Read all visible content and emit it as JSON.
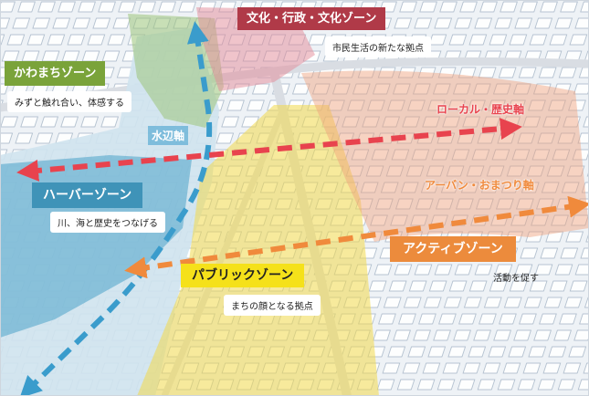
{
  "zones": {
    "culture": {
      "name": "文化・行政・文化ゾーン",
      "desc": "市民生活の新たな拠点",
      "color": "#b03a48"
    },
    "kawamachi": {
      "name": "かわまちゾーン",
      "desc": "みずと触れ合い、体感する",
      "color": "#7aa33a"
    },
    "harbor": {
      "name": "ハーバーゾーン",
      "desc": "川、海と歴史をつなげる",
      "color": "#3f93b8"
    },
    "public": {
      "name": "パブリックゾーン",
      "desc": "まちの顔となる拠点",
      "color": "#f5e11a"
    },
    "active": {
      "name": "アクティブゾーン",
      "desc": "活動を促す",
      "color": "#ec8b3c"
    }
  },
  "axes": {
    "waterside": {
      "label": "水辺軸",
      "color": "#3a9ccc"
    },
    "local_history": {
      "label": "ローカル・歴史軸",
      "color": "#e8434e"
    },
    "urban_festival": {
      "label": "アーバン・おまつり軸",
      "color": "#f08a3c"
    }
  }
}
